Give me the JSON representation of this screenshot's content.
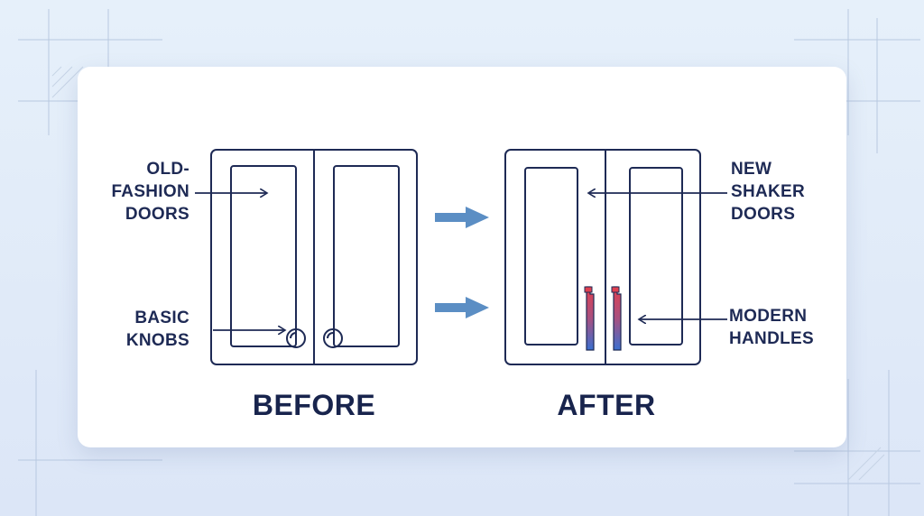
{
  "labels": {
    "old_fashion_doors": [
      "OLD-",
      "FASHION",
      "DOORS"
    ],
    "basic_knobs": [
      "BASIC",
      "KNOBS"
    ],
    "new_shaker_doors": [
      "NEW",
      "SHAKER",
      "DOORS"
    ],
    "modern_handles": [
      "MODERN",
      "HANDLES"
    ]
  },
  "captions": {
    "before": "BEFORE",
    "after": "AFTER"
  },
  "colors": {
    "line": "#1e2a55",
    "arrow": "#5b8ec4",
    "handle_top": "#e04050",
    "handle_bottom": "#3a6fd0"
  }
}
